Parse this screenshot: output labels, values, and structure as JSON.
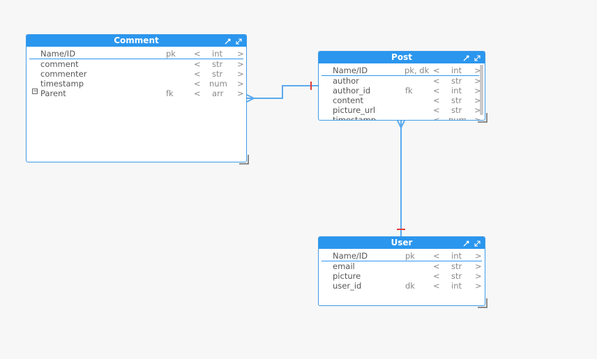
{
  "entities": {
    "comment": {
      "title": "Comment",
      "header": {
        "name": "Name/ID",
        "key": "pk",
        "lt": "<",
        "type": "int",
        "gt": ">"
      },
      "rows": [
        {
          "name": "comment",
          "key": "",
          "lt": "<",
          "type": "str",
          "gt": ">"
        },
        {
          "name": "commenter",
          "key": "",
          "lt": "<",
          "type": "str",
          "gt": ">"
        },
        {
          "name": "timestamp",
          "key": "",
          "lt": "<",
          "type": "num",
          "gt": ">"
        },
        {
          "name": "Parent",
          "key": "fk",
          "lt": "<",
          "type": "arr",
          "gt": ">",
          "collapsible": true
        }
      ]
    },
    "post": {
      "title": "Post",
      "header": {
        "name": "Name/ID",
        "key": "pk, dk",
        "lt": "<",
        "type": "int",
        "gt": ">"
      },
      "rows": [
        {
          "name": "author",
          "key": "",
          "lt": "<",
          "type": "str",
          "gt": ">"
        },
        {
          "name": "author_id",
          "key": "fk",
          "lt": "<",
          "type": "int",
          "gt": ">"
        },
        {
          "name": "content",
          "key": "",
          "lt": "<",
          "type": "str",
          "gt": ">"
        },
        {
          "name": "picture_url",
          "key": "",
          "lt": "<",
          "type": "str",
          "gt": ">"
        },
        {
          "name": "timestamp",
          "key": "",
          "lt": "<",
          "type": "num",
          "gt": ">"
        }
      ]
    },
    "user": {
      "title": "User",
      "header": {
        "name": "Name/ID",
        "key": "pk",
        "lt": "<",
        "type": "int",
        "gt": ">"
      },
      "rows": [
        {
          "name": "email",
          "key": "",
          "lt": "<",
          "type": "str",
          "gt": ">"
        },
        {
          "name": "picture",
          "key": "",
          "lt": "<",
          "type": "str",
          "gt": ">"
        },
        {
          "name": "user_id",
          "key": "dk",
          "lt": "<",
          "type": "int",
          "gt": ">"
        }
      ]
    }
  },
  "icons": {
    "edit": "eyedropper-icon",
    "maximize": "expand-icon",
    "collapse": "collapse-minus-icon"
  },
  "colors": {
    "header": "#2b96ee",
    "connector": "#5aa9ee",
    "one_marker": "#e53935"
  }
}
